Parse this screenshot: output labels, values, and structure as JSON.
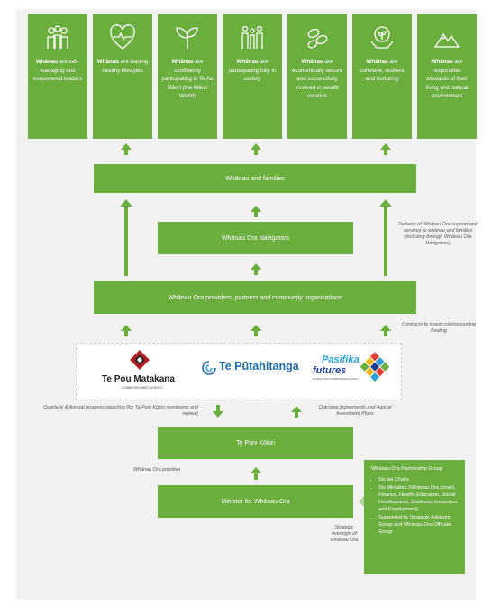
{
  "outcomes": [
    {
      "bold": "Whānau",
      "text": " are self-managing and empowered leaders",
      "icon": "people-icon"
    },
    {
      "bold": "Whānau",
      "text": " are leading healthy lifestyles",
      "icon": "heart-pulse-icon"
    },
    {
      "bold": "Whānau",
      "text": " are confidently participating in Te Ao Māori (the Māori World)",
      "icon": "seedling-icon"
    },
    {
      "bold": "Whānau",
      "text": " are participating fully in society",
      "icon": "family-icon"
    },
    {
      "bold": "Whānau",
      "text": " are economically secure and successfully involved in wealth creation",
      "icon": "coins-icon"
    },
    {
      "bold": "Whānau",
      "text": " are cohesive, resilient and nurturing",
      "icon": "hands-plant-icon"
    },
    {
      "bold": "Whānau",
      "text": " are responsible stewards of their living and natural environment",
      "icon": "mountains-icon"
    }
  ],
  "boxes": {
    "families": "Whānau and families",
    "navigators": "Whānau Ora Navigators",
    "providers": "Whānau Ora providers, partners and community organisations",
    "tpk": "Te Puni Kōkiri",
    "minister": "Minister for Whānau Ora"
  },
  "notes": {
    "delivery": "Delivery of Whānau Ora support and services to whānau and families (including through Whānau Ora Navigators)",
    "contracts": "Contracts to invest commissioning funding",
    "reporting": "Quarterly & Annual progress reporting (for Te Puni Kōkiri monitoring and review)",
    "agreements": "Outcome Agreements and Annual Investment Plans",
    "priorities": "Whānau Ora priorities",
    "oversight": "Strategic oversight of Whānau Ora"
  },
  "logos": {
    "pou": "Te Pou Matakana",
    "pou_sub": "COMMISSIONING AGENCY",
    "putahitanga": "Te Pūtahitanga",
    "pasifika1": "Pasifika",
    "pasifika2": "futures",
    "pasifika_sub": "WHĀNAU ORA COMMISSIONING AGENCY"
  },
  "partnership": {
    "title": "Whānau Ora Partnership Group",
    "items": [
      "Six Iwi Chairs",
      "Six Ministers (Whānau Ora (chair), Finance, Health, Education, Social Development, Business, Innovation and Employment)",
      "Supported by Strategic Advisors Group and Whānau Ora Officials Group"
    ]
  },
  "colors": {
    "green": "#6aae3e",
    "light_green": "#b5d69a",
    "background": "#f2f2f2"
  }
}
